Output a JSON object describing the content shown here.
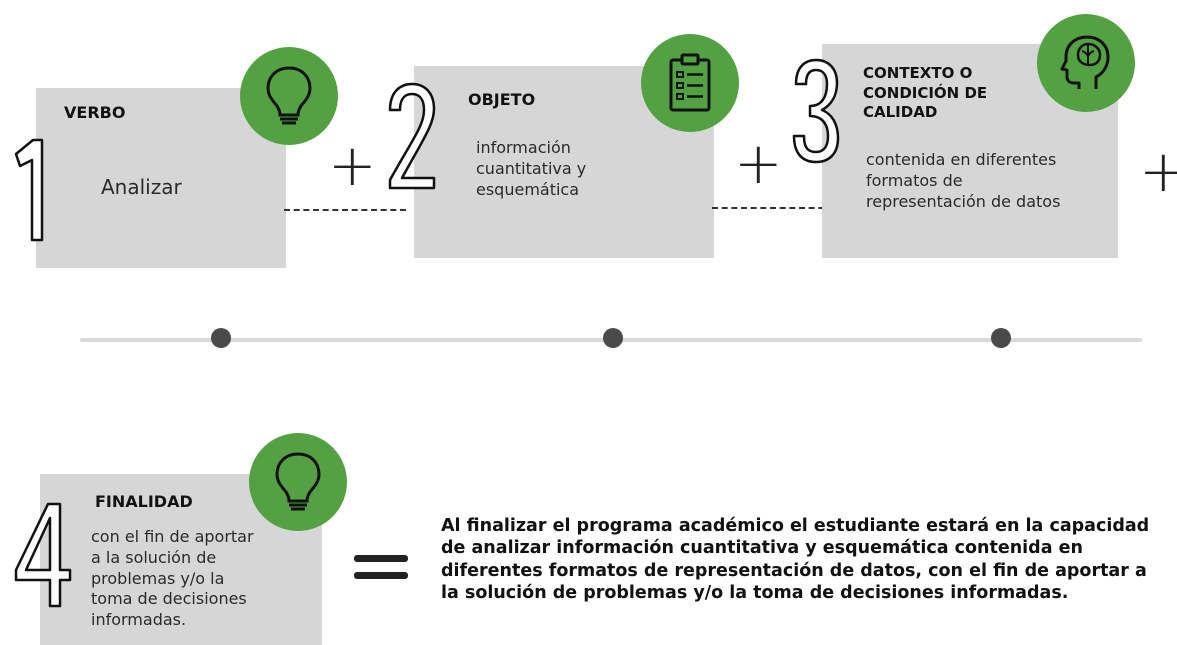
{
  "steps": [
    {
      "number": "1",
      "heading": "VERBO",
      "text": "Analizar",
      "icon": "lightbulb-icon"
    },
    {
      "number": "2",
      "heading": "OBJETO",
      "text": "información\ncuantitativa y\nesquemática",
      "icon": "clipboard-checklist-icon"
    },
    {
      "number": "3",
      "heading": "CONTEXTO O\nCONDICIÓN DE\nCALIDAD",
      "text": "contenida en diferentes\nformatos de\nrepresentación de datos",
      "icon": "head-brain-icon"
    },
    {
      "number": "4",
      "heading": "FINALIDAD",
      "text": "con el fin de aportar\na la solución de\nproblemas y/o la\ntoma de decisiones\ninformadas.",
      "icon": "lightbulb-icon"
    }
  ],
  "operators": {
    "plus": "+",
    "equals": "="
  },
  "summary": "Al finalizar el programa académico el estudiante estará en la capacidad de analizar información cuantitativa y esquemática contenida en diferentes formatos de representación de datos, con el fin de aportar a la solución de problemas y/o la toma de decisiones informadas.",
  "colors": {
    "accent": "#53a142",
    "card": "#d6d6d6",
    "timeline": "#d9d9d9",
    "dot": "#4a4a4a"
  }
}
